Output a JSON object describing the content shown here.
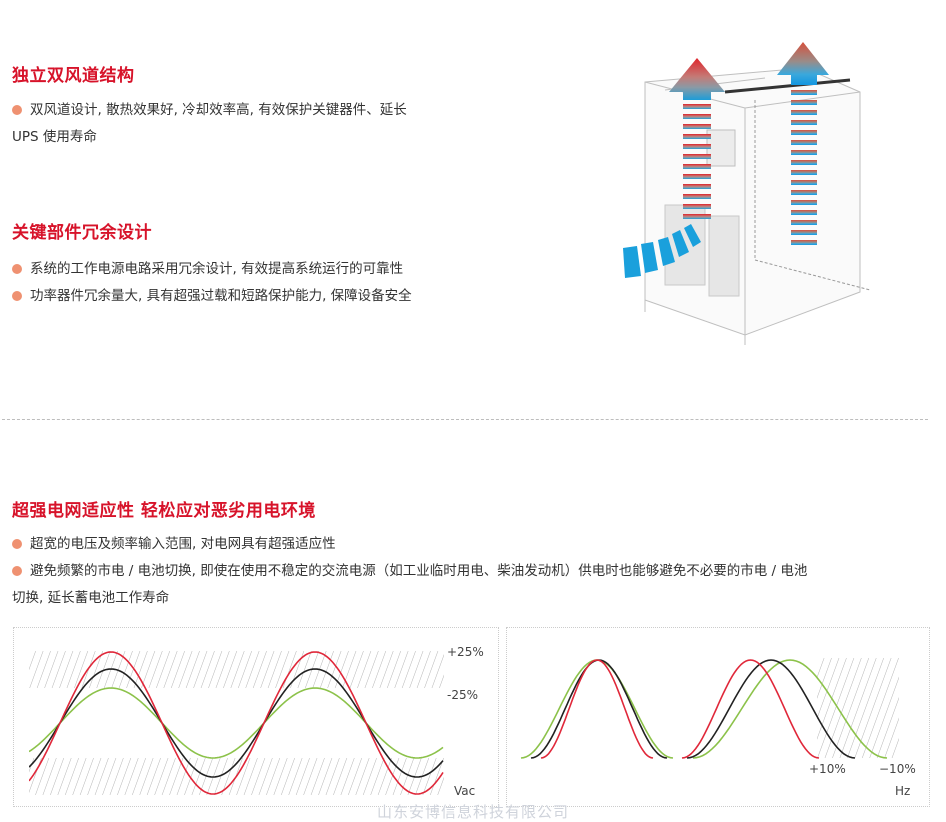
{
  "section1": {
    "title": "独立双风道结构",
    "bullets": [
      [
        "双风道设计, 散热效果好, 冷却效率高, 有效保护关键器件、延长",
        "UPS 使用寿命"
      ]
    ]
  },
  "section2": {
    "title": "关键部件冗余设计",
    "bullets": [
      [
        "系统的工作电源电路采用冗余设计, 有效提高系统运行的可靠性"
      ],
      [
        "功率器件冗余量大, 具有超强过载和短路保护能力, 保障设备安全"
      ]
    ]
  },
  "section3": {
    "title": "超强电网适应性 轻松应对恶劣用电环境",
    "bullets": [
      [
        "超宽的电压及频率输入范围, 对电网具有超强适应性"
      ],
      [
        "避免频繁的市电 / 电池切换, 即使在使用不稳定的交流电源（如工业临时用电、柴油发动机）供电时也能够避免不必要的市电 / 电池",
        "切换, 延长蓄电池工作寿命"
      ]
    ]
  },
  "chart_voltage": {
    "label_upper": "+25%",
    "label_lower": "-25%",
    "unit": "Vac"
  },
  "chart_frequency": {
    "label_left": "+10%",
    "label_right": "−10%",
    "unit": "Hz"
  },
  "colors": {
    "red": "#e0283a",
    "black": "#222222",
    "green": "#8cc24a",
    "accent": "#d7132a"
  },
  "watermark": "山东安博信息科技有限公司"
}
